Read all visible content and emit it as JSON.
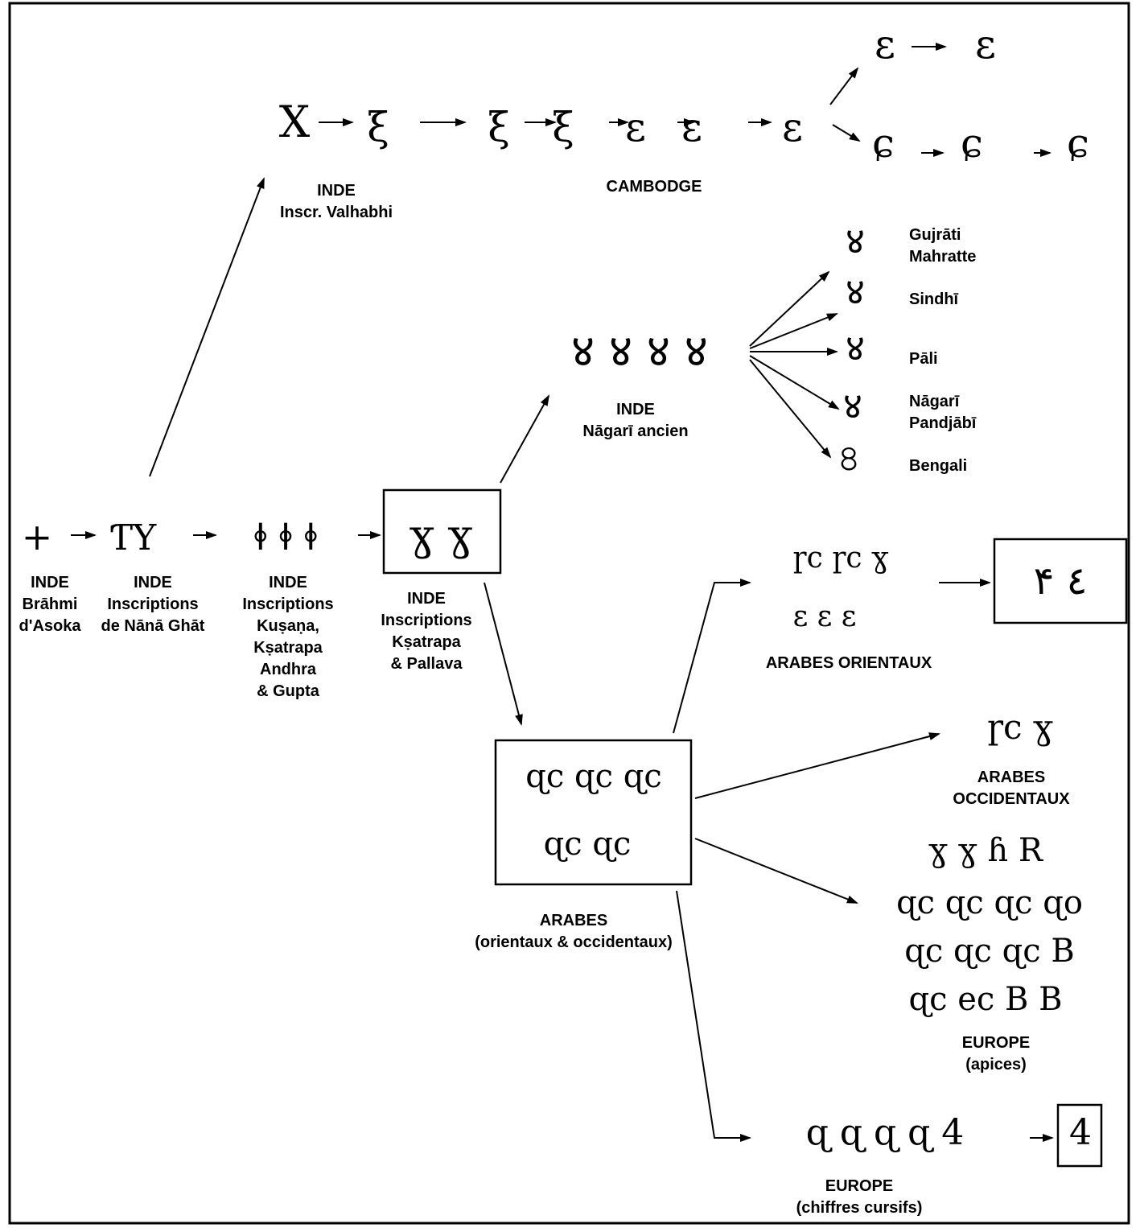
{
  "nodes": [
    {
      "id": "brahmi",
      "glyphs": [
        "+"
      ],
      "label": [
        "INDE",
        "Brāhmi",
        "d'Asoka"
      ]
    },
    {
      "id": "nana_ghat",
      "glyphs": [
        "ƬY"
      ],
      "label": [
        "INDE",
        "Inscriptions",
        "de Nānā Ghāt"
      ]
    },
    {
      "id": "kusana",
      "glyphs": [
        "ꬹ ꬹ ꬹ"
      ],
      "label": [
        "INDE",
        "Inscriptions",
        "Kuṣaṇa,",
        "Kṣatrapa",
        "Andhra",
        "& Gupta"
      ]
    },
    {
      "id": "ksatrapa",
      "glyphs": [
        "ɣ ɣ"
      ],
      "label": [
        "INDE",
        "Inscriptions",
        "Kṣatrapa",
        "& Pallava"
      ]
    },
    {
      "id": "valhabhi",
      "glyphs": [
        "X"
      ],
      "label": [
        "INDE",
        "Inscr. Valhabhi"
      ]
    },
    {
      "id": "cambodge",
      "glyphs": [
        "ξ",
        "ξ",
        "ξ",
        "ε",
        "ɛ",
        "ɛ"
      ],
      "label": [
        "CAMBODGE"
      ]
    },
    {
      "id": "cambodge_up",
      "glyphs": [
        "ɛ",
        "ɛ"
      ],
      "label": []
    },
    {
      "id": "cambodge_down",
      "glyphs": [
        "ɕ",
        "ɕ",
        "ɕ"
      ],
      "label": []
    },
    {
      "id": "nagari",
      "glyphs": [
        "४ ४ ४ ४"
      ],
      "label": [
        "INDE",
        "Nāgarī ancien"
      ]
    },
    {
      "id": "gujrati",
      "glyphs": [
        "४"
      ],
      "label": [
        "Gujrāti",
        "Mahratte"
      ]
    },
    {
      "id": "sindhi",
      "glyphs": [
        "४"
      ],
      "label": [
        "Sindhī"
      ]
    },
    {
      "id": "pali",
      "glyphs": [
        "४"
      ],
      "label": [
        "Pāli"
      ]
    },
    {
      "id": "nagari_pandjabi",
      "glyphs": [
        "४"
      ],
      "label": [
        "Nāgarī",
        "Pandjābī"
      ]
    },
    {
      "id": "bengali",
      "glyphs": [
        "৪"
      ],
      "label": [
        "Bengali"
      ]
    },
    {
      "id": "arabes",
      "glyphs": [
        "ɋc ɋc ɋc",
        "ɋc ɋc"
      ],
      "label": [
        "ARABES",
        "(orientaux & occidentaux)"
      ]
    },
    {
      "id": "arabes_orientaux",
      "glyphs": [
        "ɼc ɼc ɣ",
        "ɛ ɛ ɛ"
      ],
      "label": [
        "ARABES ORIENTAUX"
      ]
    },
    {
      "id": "arabes_orientaux_final",
      "glyphs": [
        "۴ ٤"
      ],
      "label": []
    },
    {
      "id": "arabes_occidentaux",
      "glyphs": [
        "ɼc ɣ"
      ],
      "label": [
        "ARABES",
        "OCCIDENTAUX"
      ]
    },
    {
      "id": "europe_apices",
      "glyphs": [
        "ɣ ɣ ɦ R",
        "ɋc ɋc ɋc ɋo",
        "ɋc ɋc ɋc B",
        "ɋc ec B B"
      ],
      "label": [
        "EUROPE",
        "(apices)"
      ]
    },
    {
      "id": "europe_cursifs",
      "glyphs": [
        "ɋ ɋ ɋ ɋ 4"
      ],
      "label": [
        "EUROPE",
        "(chiffres cursifs)"
      ]
    },
    {
      "id": "europe_final",
      "glyphs": [
        "4"
      ],
      "label": []
    }
  ]
}
